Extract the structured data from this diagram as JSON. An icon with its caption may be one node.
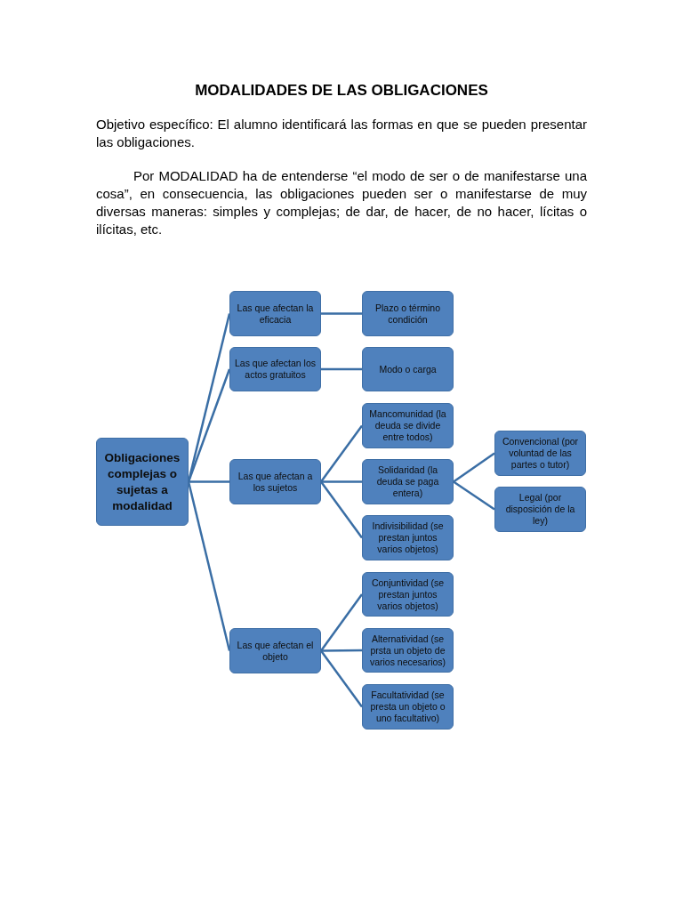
{
  "diagram": {
    "title": "MODALIDADES DE LAS OBLIGACIONES",
    "labels": [
      "Objetivo específico: El alumno identificará las formas en que se pueden presentar las obligaciones.",
      "Por MODALIDAD ha de entenderse “el modo de ser o de manifestarse una cosa”, en consecuencia, las obligaciones pueden ser o manifestarse de muy diversas maneras: simples y complejas; de dar, de hacer, de no hacer, lícitas o ilícitas, etc."
    ],
    "nodes": [
      {
        "text": [
          "Obligaciones complejas o sujetas a modalidad"
        ]
      },
      {
        "text": [
          "Las que afectan la eficacia"
        ]
      },
      {
        "text": [
          "Plazo o término condición"
        ]
      },
      {
        "text": [
          "Las que afectan los actos gratuitos"
        ]
      },
      {
        "text": [
          "Modo o carga"
        ]
      },
      {
        "text": [
          "Las que afectan a los sujetos"
        ]
      },
      {
        "text": [
          "Mancomunidad (la deuda se divide entre todos)"
        ]
      },
      {
        "text": [
          "Solidaridad (la deuda se paga entera)"
        ]
      },
      {
        "text": [
          "Indivisibilidad (se prestan juntos varios objetos)"
        ]
      },
      {
        "text": [
          "Convencional (por voluntad de las partes o tutor)"
        ]
      },
      {
        "text": [
          "Legal (por disposición de la ley)"
        ]
      },
      {
        "text": [
          "Las que afectan el objeto"
        ]
      },
      {
        "text": [
          "Conjuntividad (se prestan juntos varios objetos)"
        ]
      },
      {
        "text": [
          "Alternatividad (se prsta un objeto de varios necesarios)"
        ]
      },
      {
        "text": [
          "Facultatividad (se presta un objeto o uno facultativo)"
        ]
      }
    ],
    "edges": [
      {
        "from": 0,
        "to": 1,
        "arrow": "none"
      },
      {
        "from": 0,
        "to": 3,
        "arrow": "none"
      },
      {
        "from": 0,
        "to": 5,
        "arrow": "none"
      },
      {
        "from": 0,
        "to": 11,
        "arrow": "none"
      },
      {
        "from": 1,
        "to": 2,
        "arrow": "none"
      },
      {
        "from": 3,
        "to": 4,
        "arrow": "none"
      },
      {
        "from": 5,
        "to": 6,
        "arrow": "none"
      },
      {
        "from": 5,
        "to": 7,
        "arrow": "none"
      },
      {
        "from": 5,
        "to": 8,
        "arrow": "none"
      },
      {
        "from": 7,
        "to": 9,
        "arrow": "none"
      },
      {
        "from": 7,
        "to": 10,
        "arrow": "none"
      },
      {
        "from": 11,
        "to": 12,
        "arrow": "none"
      },
      {
        "from": 11,
        "to": 13,
        "arrow": "none"
      },
      {
        "from": 11,
        "to": 14,
        "arrow": "none"
      }
    ]
  }
}
